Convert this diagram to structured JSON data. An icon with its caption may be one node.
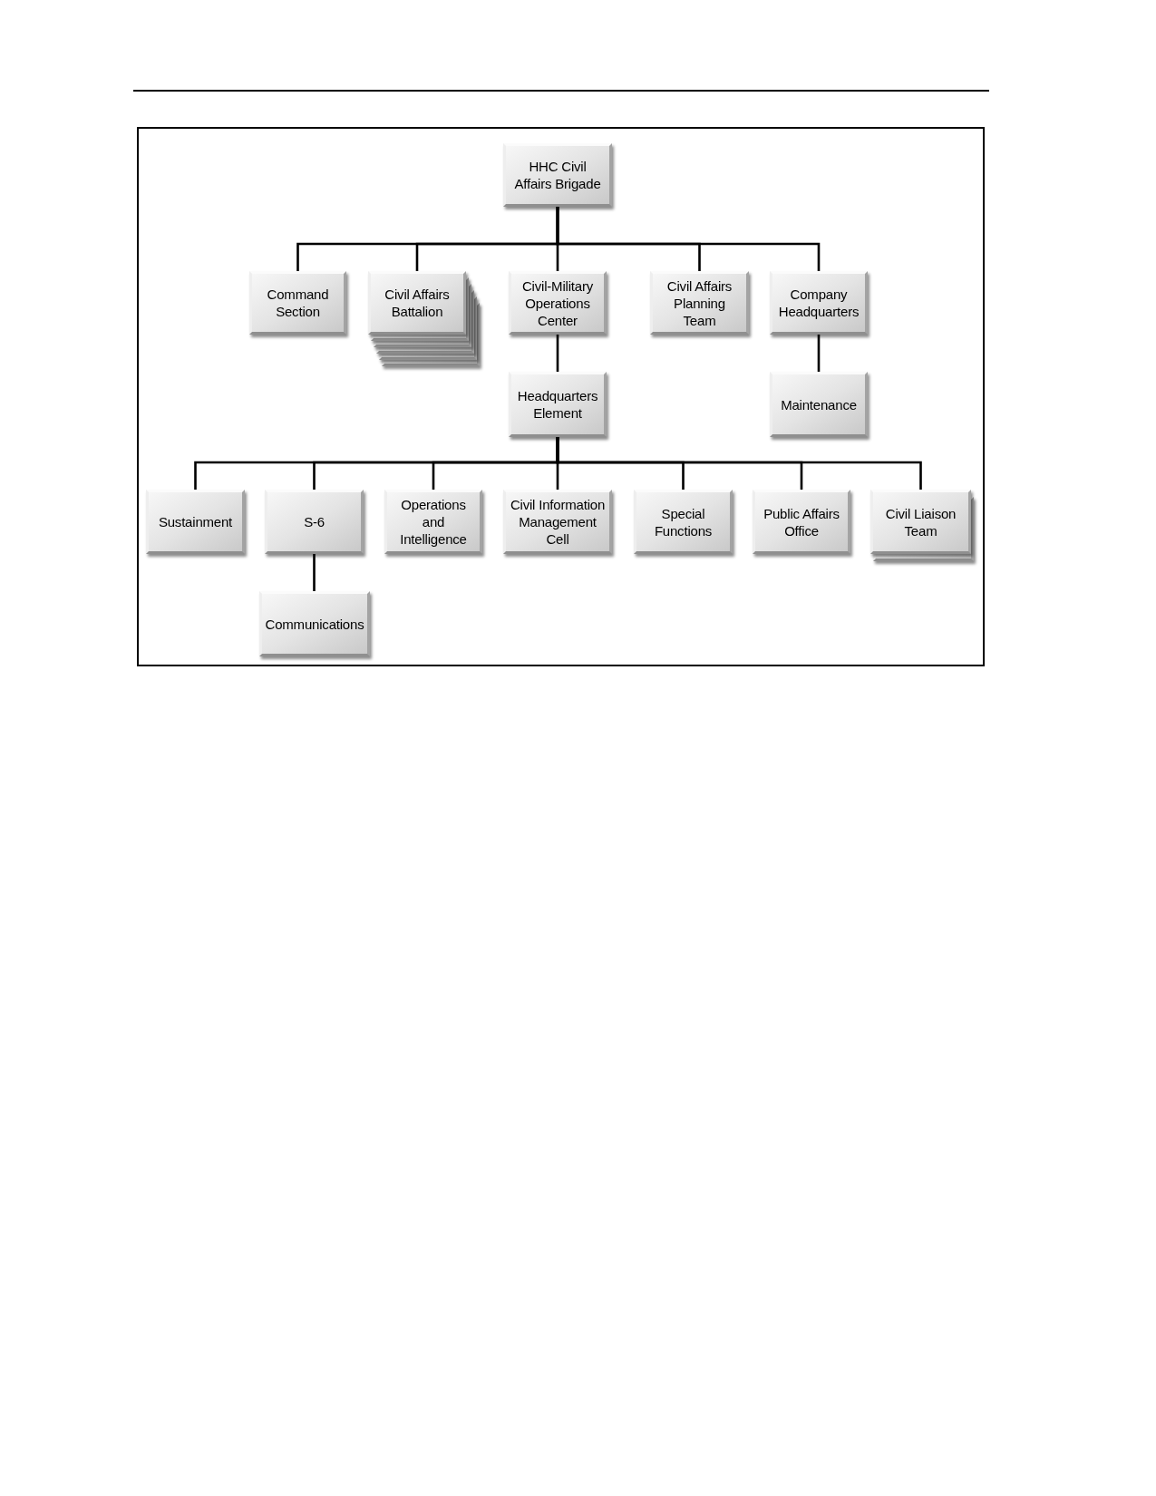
{
  "diagram": {
    "nodes": [
      {
        "text": [
          "HHC Civil Affairs Brigade"
        ]
      },
      {
        "text": [
          "Command Section"
        ]
      },
      {
        "text": [
          "Civil Affairs Battalion"
        ]
      },
      {
        "text": [
          "Civil-Military Operations Center"
        ]
      },
      {
        "text": [
          "Civil Affairs Planning Team"
        ]
      },
      {
        "text": [
          "Company Headquarters"
        ]
      },
      {
        "text": [
          "Headquarters Element"
        ]
      },
      {
        "text": [
          "Maintenance"
        ]
      },
      {
        "text": [
          "Sustainment"
        ]
      },
      {
        "text": [
          "S-6"
        ]
      },
      {
        "text": [
          "Operations and Intelligence"
        ]
      },
      {
        "text": [
          "Civil Information Management Cell"
        ]
      },
      {
        "text": [
          "Special Functions"
        ]
      },
      {
        "text": [
          "Public Affairs Office"
        ]
      },
      {
        "text": [
          "Civil Liaison Team"
        ]
      },
      {
        "text": [
          "Communications"
        ]
      }
    ],
    "edges": [
      {
        "from": 0,
        "to": 1,
        "arrow": "none"
      },
      {
        "from": 0,
        "to": 2,
        "arrow": "none"
      },
      {
        "from": 0,
        "to": 3,
        "arrow": "none"
      },
      {
        "from": 0,
        "to": 4,
        "arrow": "none"
      },
      {
        "from": 0,
        "to": 5,
        "arrow": "none"
      },
      {
        "from": 3,
        "to": 6,
        "arrow": "none"
      },
      {
        "from": 5,
        "to": 7,
        "arrow": "none"
      },
      {
        "from": 6,
        "to": 8,
        "arrow": "none"
      },
      {
        "from": 6,
        "to": 9,
        "arrow": "none"
      },
      {
        "from": 6,
        "to": 10,
        "arrow": "none"
      },
      {
        "from": 6,
        "to": 11,
        "arrow": "none"
      },
      {
        "from": 6,
        "to": 12,
        "arrow": "none"
      },
      {
        "from": 6,
        "to": 13,
        "arrow": "none"
      },
      {
        "from": 6,
        "to": 14,
        "arrow": "none"
      },
      {
        "from": 9,
        "to": 15,
        "arrow": "none"
      }
    ]
  }
}
